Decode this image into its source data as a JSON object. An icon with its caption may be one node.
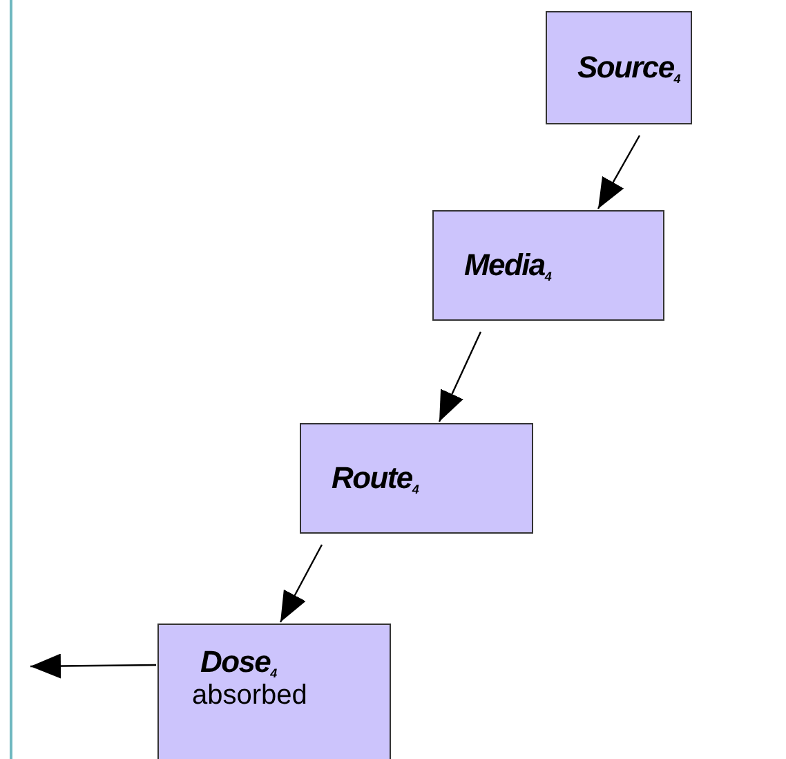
{
  "diagram": {
    "nodes": [
      {
        "text": [
          "Source$_{4}$"
        ]
      },
      {
        "text": [
          "Media$_{4}$"
        ]
      },
      {
        "text": [
          "Route$_{4}$"
        ]
      },
      {
        "text": [
          "Dose$_{4}$",
          "absorbed"
        ]
      }
    ],
    "edges": [
      {
        "from": 0,
        "to": 1,
        "arrow": "to"
      },
      {
        "from": 1,
        "to": 2,
        "arrow": "to"
      },
      {
        "from": 2,
        "to": 3,
        "arrow": "to"
      },
      {
        "from": 3,
        "to": null,
        "arrow": "to"
      }
    ]
  }
}
